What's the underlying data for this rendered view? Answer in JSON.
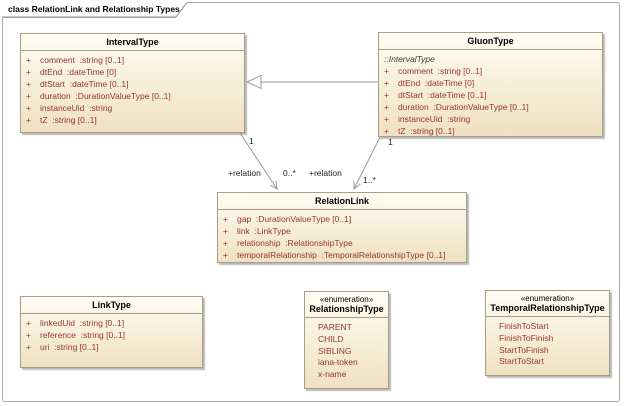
{
  "frame": {
    "title": "class RelationLink and Relationship Types"
  },
  "colors": {
    "box_fill_top": "#FEFCF4",
    "box_fill_bottom": "#EFE1C1",
    "box_border": "#A79E86",
    "attribute_text": "#943634",
    "class_name_text": "#000000",
    "connector_line": "#9A9A9A",
    "frame_border": "#ABABAB"
  },
  "classes": {
    "interval_type": {
      "name": "IntervalType",
      "attributes": [
        {
          "vis": "+",
          "text": "comment  :string [0..1]"
        },
        {
          "vis": "+",
          "text": "dtEnd  :dateTime [0]"
        },
        {
          "vis": "+",
          "text": "dtStart  :dateTime [0..1]"
        },
        {
          "vis": "+",
          "text": "duration  :DurationValueType [0..1]"
        },
        {
          "vis": "+",
          "text": "instanceUid  :string"
        },
        {
          "vis": "+",
          "text": "tZ  :string [0..1]"
        }
      ]
    },
    "gluon_type": {
      "name": "GluonType",
      "inherits": "::IntervalType",
      "attributes": [
        {
          "vis": "+",
          "text": "comment  :string [0..1]"
        },
        {
          "vis": "+",
          "text": "dtEnd  :dateTime [0]"
        },
        {
          "vis": "+",
          "text": "dtStart  :dateTime [0..1]"
        },
        {
          "vis": "+",
          "text": "duration  :DurationValueType [0..1]"
        },
        {
          "vis": "+",
          "text": "instanceUid  :string"
        },
        {
          "vis": "+",
          "text": "tZ  :string [0..1]"
        }
      ]
    },
    "relation_link": {
      "name": "RelationLink",
      "attributes": [
        {
          "vis": "+",
          "text": "gap  :DurationValueType [0..1]"
        },
        {
          "vis": "+",
          "text": "link  :LinkType"
        },
        {
          "vis": "+",
          "text": "relationship  :RelationshipType"
        },
        {
          "vis": "+",
          "text": "temporalRelationship  :TemporalRelationshipType [0..1]"
        }
      ]
    },
    "link_type": {
      "name": "LinkType",
      "attributes": [
        {
          "vis": "+",
          "text": "linkedUid  :string [0..1]"
        },
        {
          "vis": "+",
          "text": "reference  :string [0..1]"
        },
        {
          "vis": "+",
          "text": "uri  :string [0..1]"
        }
      ]
    },
    "relationship_type": {
      "stereotype": "«enumeration»",
      "name": "RelationshipType",
      "literals": [
        "PARENT",
        "CHILD",
        "SIBLING",
        "iana-token",
        "x-name"
      ]
    },
    "temporal_relationship_type": {
      "stereotype": "«enumeration»",
      "name": "TemporalRelationshipType",
      "literals": [
        "FinishToStart",
        "FinishToFinish",
        "StartToFinish",
        "StartToStart"
      ]
    }
  },
  "connectors": {
    "generalization": {
      "type": "generalization",
      "from": "GluonType",
      "to": "IntervalType"
    },
    "interval_relation": {
      "source_multiplicity": "1",
      "target_role": "+relation",
      "target_multiplicity": "0..*"
    },
    "gluon_relation": {
      "source_multiplicity": "1",
      "target_role": "+relation",
      "target_multiplicity": "1..*"
    }
  }
}
